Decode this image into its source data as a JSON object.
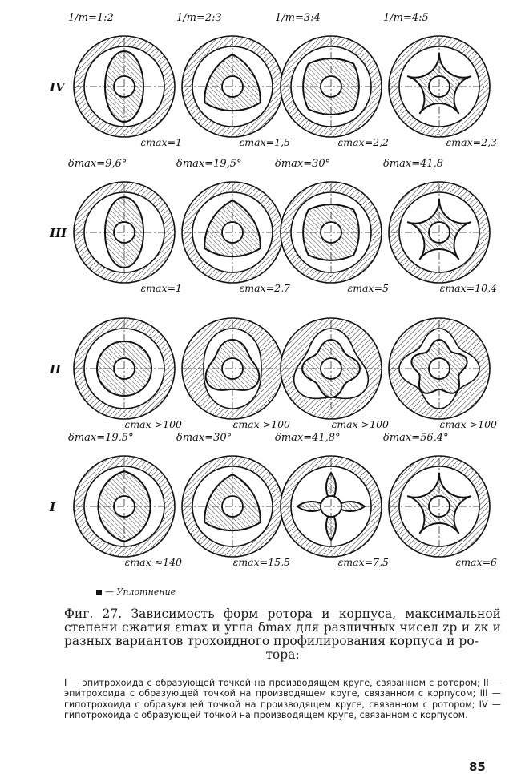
{
  "rows": [
    {
      "roman": "IV",
      "cells": [
        {
          "top": "1/m=1:2",
          "bottom": "εmax=1",
          "rotor": "ellipse",
          "sides": 2
        },
        {
          "top": "1/m=2:3",
          "bottom": "εmax=1,5",
          "rotor": "poly",
          "sides": 3
        },
        {
          "top": "1/m=3:4",
          "bottom": "εmax=2,2",
          "rotor": "poly",
          "sides": 4
        },
        {
          "top": "1/m=4:5",
          "bottom": "εmax=2,3",
          "rotor": "star",
          "sides": 5
        }
      ]
    },
    {
      "roman": "III",
      "cells": [
        {
          "top": "δmax=9,6°",
          "bottom": "εmax=1",
          "rotor": "ellipse",
          "sides": 2
        },
        {
          "top": "δmax=19,5°",
          "bottom": "εmax=2,7",
          "rotor": "poly",
          "sides": 3
        },
        {
          "top": "δmax=30°",
          "bottom": "εmax=5",
          "rotor": "poly",
          "sides": 4
        },
        {
          "top": "δmax=41,8",
          "bottom": "εmax=10,4",
          "rotor": "star",
          "sides": 5
        }
      ]
    },
    {
      "roman": "II",
      "cells": [
        {
          "top": "",
          "bottom": "εmax >100",
          "rotor": "disc",
          "sides": 1
        },
        {
          "top": "",
          "bottom": "εmax >100",
          "rotor": "lobe",
          "sides": 2
        },
        {
          "top": "",
          "bottom": "εmax >100",
          "rotor": "lobe",
          "sides": 3
        },
        {
          "top": "",
          "bottom": "εmax >100",
          "rotor": "lobe",
          "sides": 4
        }
      ]
    },
    {
      "roman": "I",
      "cells": [
        {
          "top": "δmax=19,5°",
          "bottom": "εmax ≈140",
          "rotor": "lens",
          "sides": 2
        },
        {
          "top": "δmax=30°",
          "bottom": "εmax=15,5",
          "rotor": "poly",
          "sides": 3
        },
        {
          "top": "δmax=41,8°",
          "bottom": "εmax=7,5",
          "rotor": "star",
          "sides": 4
        },
        {
          "top": "δmax=56,4°",
          "bottom": "εmax=6",
          "rotor": "star",
          "sides": 5
        }
      ]
    }
  ],
  "legend": {
    "label": "— Уплотнение"
  },
  "caption": {
    "title": "Фиг. 27. Зависимость форм ротора и корпуса, максимальной степени сжатия εmax и угла δmax для различных чисел zр и zк и разных вариантов трохоидного профилирования корпуса и ро-",
    "end": "тора:"
  },
  "notes": "I — эпитрохоида с образующей точкой на производящем круге, связанном с ротором; II — эпитрохоида с образующей точкой на производящем круге, связанном с корпусом; III — гипотрохоида с образующей точкой на производящем круге, связанном с ротором; IV — гипотрохоида с образующей точкой на производящем круге, связанном с корпусом.",
  "page_number": "85"
}
